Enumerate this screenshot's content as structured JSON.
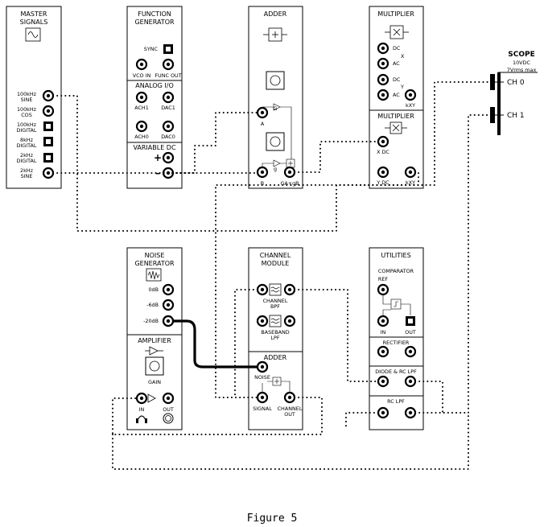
{
  "figure_caption": "Figure 5",
  "modules": {
    "master": {
      "title_l1": "MASTER",
      "title_l2": "SIGNALS",
      "s1_l1": "100kHz",
      "s1_l2": "SINE",
      "s2_l1": "100kHz",
      "s2_l2": "COS",
      "s3_l1": "100kHz",
      "s3_l2": "DIGITAL",
      "s4_l1": "8kHz",
      "s4_l2": "DIGITAL",
      "s5_l1": "2kHz",
      "s5_l2": "DIGITAL",
      "s6_l1": "2kHz",
      "s6_l2": "SINE"
    },
    "function_generator": {
      "title_l1": "FUNCTION",
      "title_l2": "GENERATOR",
      "sync": "SYNC",
      "vco_in": "VCO IN",
      "func_out": "FUNC OUT",
      "analog_io": "ANALOG I/O",
      "ach1": "ACH1",
      "dac1": "DAC1",
      "ach0": "ACH0",
      "dac0": "DAC0",
      "variable_dc": "VARIABLE DC",
      "plus": "+",
      "minus": "–"
    },
    "adder": {
      "title": "ADDER",
      "g": "G",
      "a": "A",
      "small_g": "g",
      "b": "B",
      "out": "GA+gB"
    },
    "multiplier": {
      "title": "MULTIPLIER",
      "dc1": "DC",
      "ac1": "AC",
      "x": "X",
      "dc2": "DC",
      "ac2": "AC",
      "y": "Y",
      "kxy": "kXY",
      "title2": "MULTIPLIER",
      "x_dc": "X DC",
      "y_dc": "Y DC",
      "kxy2": "kXY"
    },
    "scope": {
      "title": "SCOPE",
      "spec1": "10VDC",
      "spec2": "7Vrms max",
      "ch0": "CH 0",
      "ch1": "CH 1"
    },
    "noise_generator": {
      "title_l1": "NOISE",
      "title_l2": "GENERATOR",
      "l0db": "0dB",
      "l6db": "-6dB",
      "l20db": "-20dB",
      "amplifier": "AMPLIFIER",
      "gain": "GAIN",
      "in": "IN",
      "out": "OUT"
    },
    "channel_module": {
      "title_l1": "CHANNEL",
      "title_l2": "MODULE",
      "bpf_l1": "CHANNEL",
      "bpf_l2": "BPF",
      "lpf_l1": "BASEBAND",
      "lpf_l2": "LPF",
      "adder": "ADDER",
      "noise": "NOISE",
      "signal": "SIGNAL",
      "chout_l1": "CHANNEL",
      "chout_l2": "OUT"
    },
    "utilities": {
      "title": "UTILITIES",
      "comparator": "COMPARATOR",
      "ref": "REF",
      "in": "IN",
      "out": "OUT",
      "rectifier": "RECTIFIER",
      "diode_rc": "DIODE & RC LPF",
      "rc_lpf": "RC LPF"
    }
  }
}
